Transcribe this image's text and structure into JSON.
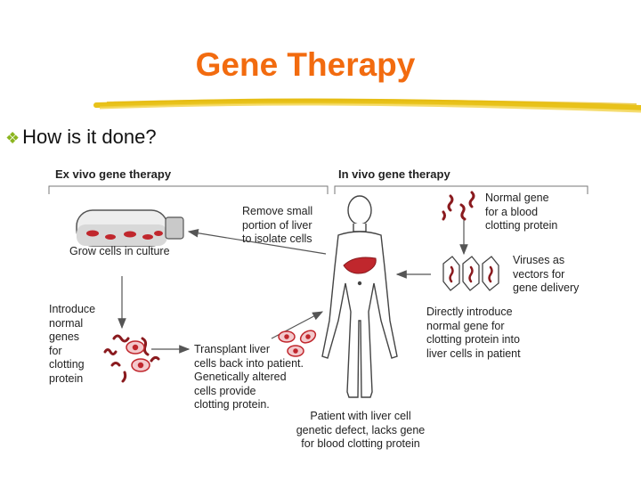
{
  "slide": {
    "title": "Gene Therapy",
    "bullet": "How is it done?"
  },
  "diagram": {
    "ex_vivo_heading": "Ex vivo gene therapy",
    "in_vivo_heading": "In vivo gene therapy",
    "grow_cells": "Grow cells in culture",
    "remove_liver": [
      "Remove small",
      "portion of liver",
      "to isolate cells"
    ],
    "introduce_genes": [
      "Introduce",
      "normal",
      "genes",
      "for",
      "clotting",
      "protein"
    ],
    "transplant": [
      "Transplant liver",
      "cells back into patient.",
      "Genetically altered",
      "cells provide",
      "clotting protein."
    ],
    "normal_gene": [
      "Normal gene",
      "for a blood",
      "clotting protein"
    ],
    "viruses": [
      "Viruses as",
      "vectors for",
      "gene delivery"
    ],
    "directly_introduce": [
      "Directly introduce",
      "normal gene for",
      "clotting protein into",
      "liver cells in patient"
    ],
    "patient": [
      "Patient with liver cell",
      "genetic defect, lacks gene",
      "for blood clotting protein"
    ]
  },
  "colors": {
    "title": "#f26b0f",
    "bullet_icon": "#8bb51f",
    "underline": "#e8c21a",
    "cells": "#c0272d",
    "arrow": "#555555"
  }
}
